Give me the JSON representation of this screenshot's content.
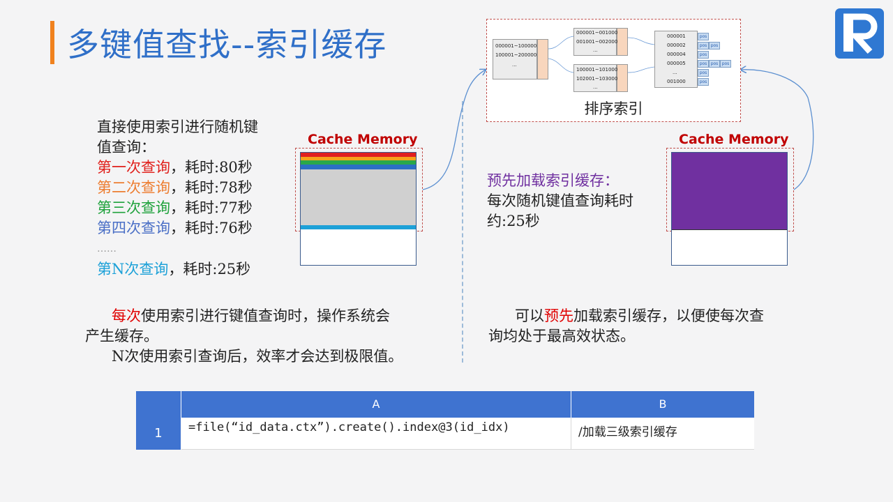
{
  "title": "多键值查找--索引缓存",
  "colors": {
    "title": "#2f6fc8",
    "accent_bar": "#f0821e",
    "cache_label": "#c00000",
    "purple": "#7030a0",
    "table_header": "#3f73d0"
  },
  "left": {
    "intro_line1": "直接使用索引进行随机键",
    "intro_line2": "值查询：",
    "queries": [
      {
        "label": "第一次查询",
        "rest": "，耗时:80秒",
        "color": "#e0201b"
      },
      {
        "label": "第二次查询",
        "rest": "，耗时:78秒",
        "color": "#ed7d31"
      },
      {
        "label": "第三次查询",
        "rest": "，耗时:77秒",
        "color": "#1fa23c"
      },
      {
        "label": "第四次查询",
        "rest": "，耗时:76秒",
        "color": "#4a6fc6"
      }
    ],
    "ellipsis": "……",
    "last_query_label": "第N次查询",
    "last_query_rest": "，耗时:25秒",
    "last_query_color": "#1da1d8",
    "cache_label": "Cache Memory",
    "para_line1_red": "每次",
    "para_line1_rest": "使用索引进行键值查询时，操作系统会",
    "para_line2": "产生缓存。",
    "para_line3": "N次使用索引查询后，效率才会达到极限值。"
  },
  "right": {
    "preload_label": "预先加载索引缓存：",
    "desc_line1": "每次随机键值查询耗时",
    "desc_line2": "约:25秒",
    "cache_label": "Cache Memory",
    "para_line1_pre": "可以",
    "para_line1_red": "预先",
    "para_line1_rest": "加载索引缓存，以便使每次查",
    "para_line2": "询均处于最高效状态。"
  },
  "index_diagram": {
    "caption": "排序索引",
    "level1": [
      "000001~100000",
      "100001~200000",
      "..."
    ],
    "level2a": [
      "000001~001000",
      "001001~002000",
      "..."
    ],
    "level2b": [
      "100001~101000",
      "102001~103000",
      "..."
    ],
    "level3": [
      "000001",
      "000002",
      "000004",
      "000005",
      "...",
      "001000"
    ],
    "pos_label": "pos"
  },
  "grid": {
    "col_a": "A",
    "col_b": "B",
    "row_num": "1",
    "cell_a1": "=file(“id_data.ctx”).create().index@3(id_idx)",
    "cell_b1": "/加载三级索引缓存"
  }
}
